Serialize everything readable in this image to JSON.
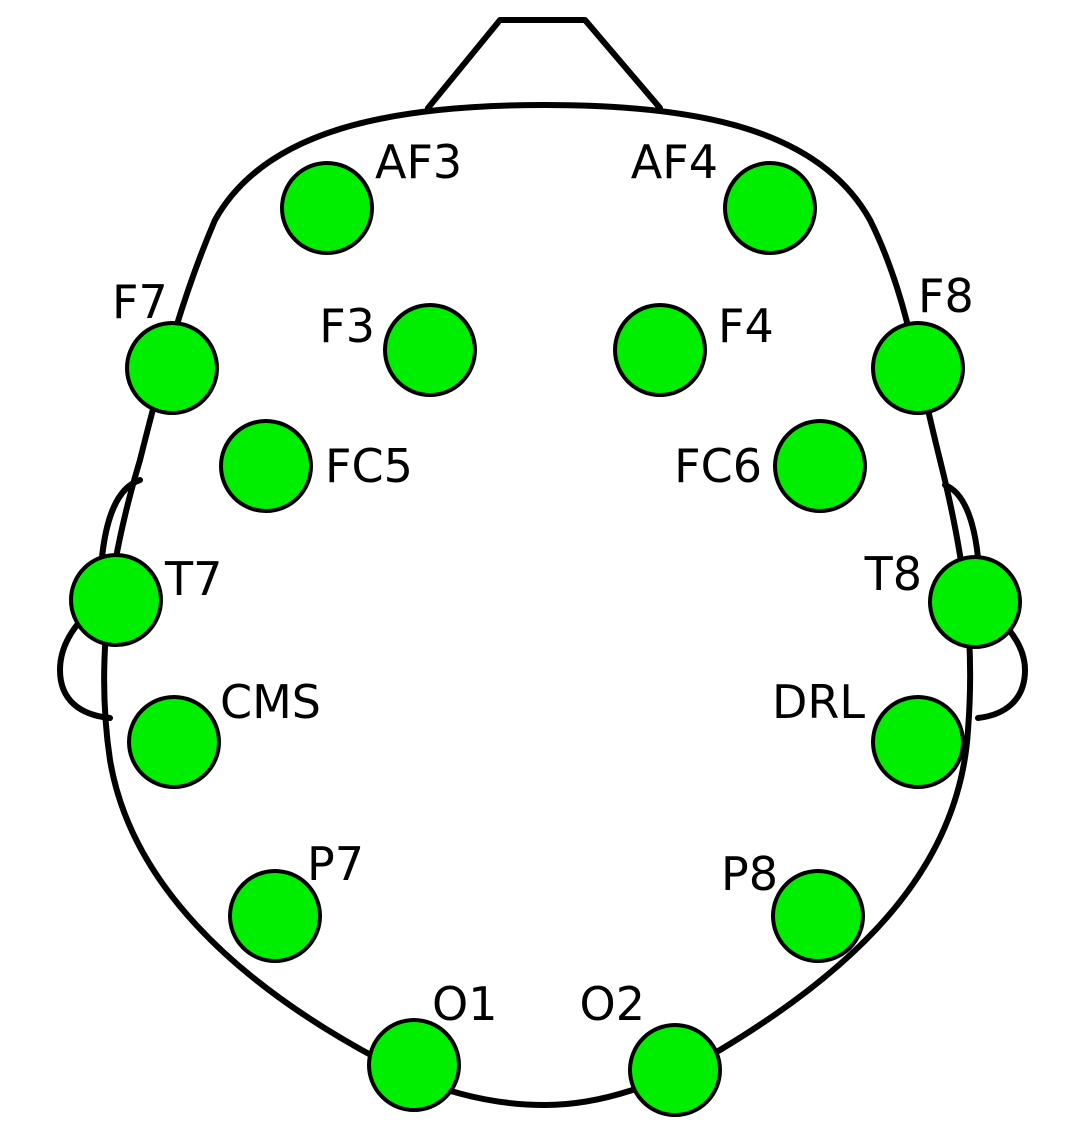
{
  "colors": {
    "electrode_fill": "#00ee00",
    "outline": "#000000",
    "background": "#ffffff"
  },
  "electrodes": [
    {
      "id": "AF3",
      "label": "AF3"
    },
    {
      "id": "AF4",
      "label": "AF4"
    },
    {
      "id": "F7",
      "label": "F7"
    },
    {
      "id": "F3",
      "label": "F3"
    },
    {
      "id": "F4",
      "label": "F4"
    },
    {
      "id": "F8",
      "label": "F8"
    },
    {
      "id": "FC5",
      "label": "FC5"
    },
    {
      "id": "FC6",
      "label": "FC6"
    },
    {
      "id": "T7",
      "label": "T7"
    },
    {
      "id": "T8",
      "label": "T8"
    },
    {
      "id": "CMS",
      "label": "CMS"
    },
    {
      "id": "DRL",
      "label": "DRL"
    },
    {
      "id": "P7",
      "label": "P7"
    },
    {
      "id": "P8",
      "label": "P8"
    },
    {
      "id": "O1",
      "label": "O1"
    },
    {
      "id": "O2",
      "label": "O2"
    }
  ]
}
